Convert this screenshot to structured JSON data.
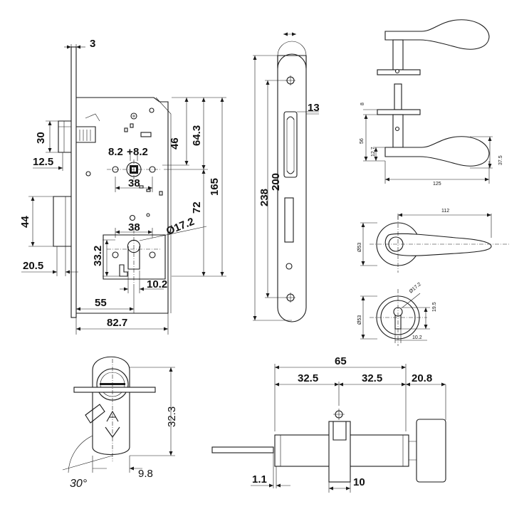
{
  "lock_body": {
    "faceplate_thickness": "3",
    "latch_height": "30",
    "latch_offset": "12.5",
    "spindle_half_left": "8.2",
    "spindle_half_right": "8.2",
    "spindle_pitch": "38",
    "dim_46": "46",
    "dim_64_3": "64.3",
    "dim_165": "165",
    "dim_72": "72",
    "bolt_height": "44",
    "cyl_pitch": "38",
    "cyl_diameter": "Ø17.2",
    "cyl_height": "33.2",
    "bolt_offset": "20.5",
    "dim_10_2": "10.2",
    "backset": "55",
    "body_depth": "82.7"
  },
  "faceplate": {
    "width": "13",
    "length": "238",
    "screw_pitch": "200"
  },
  "handle_side": {
    "rose_thickness": "8",
    "dim_56": "56",
    "dim_12_7": "12.7",
    "dim_37_5": "37.5",
    "handle_length": "125"
  },
  "handle_front": {
    "handle_length": "112",
    "rose_diameter": "Ø53"
  },
  "escutcheon": {
    "rose_diameter": "Ø53",
    "keyhole_diameter": "Ø17.2",
    "keyhole_height": "19.5",
    "keyhole_offset": "10.2"
  },
  "cylinder_profile": {
    "height": "32.3",
    "width": "9.8",
    "cam_angle": "30°"
  },
  "cylinder_side": {
    "total_length": "65",
    "half_left": "32.5",
    "half_right": "32.5",
    "knob_length": "20.8",
    "offset": "1.1",
    "cam_width": "10"
  }
}
